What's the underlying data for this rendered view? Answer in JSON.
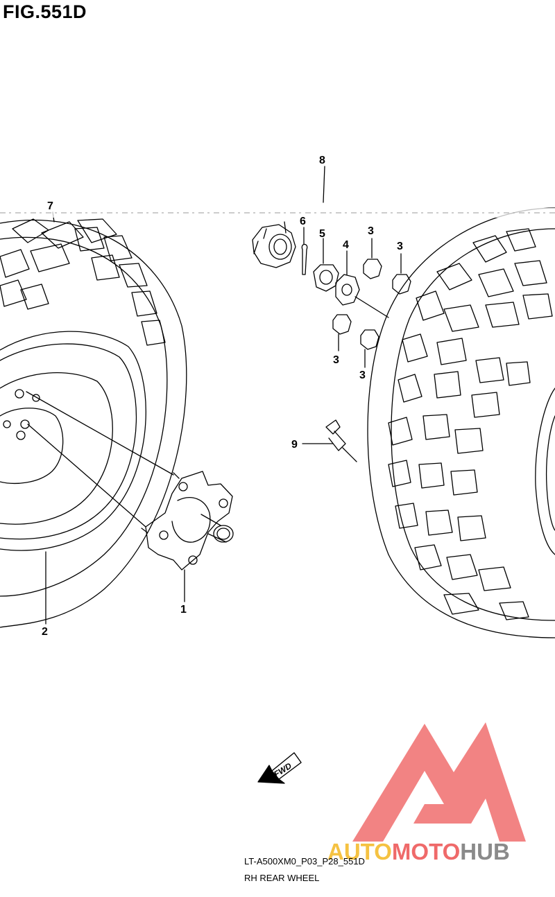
{
  "figure": {
    "title": "FIG.551D",
    "model_code": "LT-A500XM0_P03_P28_551D",
    "section_name": "RH REAR WHEEL"
  },
  "callouts": [
    {
      "id": "1",
      "label": "1"
    },
    {
      "id": "2",
      "label": "2"
    },
    {
      "id": "3a",
      "label": "3"
    },
    {
      "id": "3b",
      "label": "3"
    },
    {
      "id": "3c",
      "label": "3"
    },
    {
      "id": "3d",
      "label": "3"
    },
    {
      "id": "4",
      "label": "4"
    },
    {
      "id": "5",
      "label": "5"
    },
    {
      "id": "6",
      "label": "6"
    },
    {
      "id": "7",
      "label": "7"
    },
    {
      "id": "8",
      "label": "8"
    },
    {
      "id": "9",
      "label": "9"
    }
  ],
  "direction_arrow": {
    "label": "FWD"
  },
  "watermark": {
    "parts": [
      "AUTO",
      "MOTO",
      "HUB"
    ],
    "colors": {
      "auto": "#f5c242",
      "moto": "#ef6a6a",
      "hub": "#8a8a8a",
      "logo": "#f06d6d"
    }
  }
}
